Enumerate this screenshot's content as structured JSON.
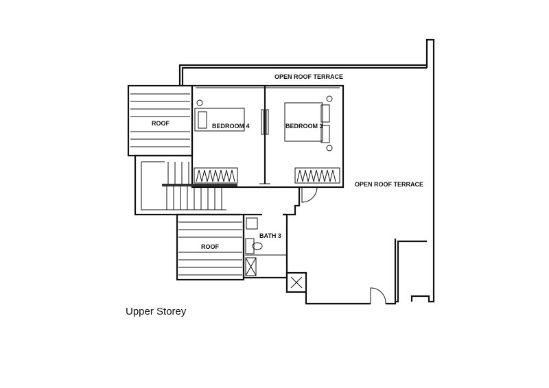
{
  "labels": {
    "terrace_top": "OPEN ROOF TERRACE",
    "terrace_right": "OPEN ROOF TERRACE",
    "roof_upper": "ROOF",
    "roof_lower": "ROOF",
    "bedroom4": "BEDROOM 4",
    "bedroom3": "BEDROOM 3",
    "bath3": "BATH 3"
  },
  "caption": "Upper Storey"
}
